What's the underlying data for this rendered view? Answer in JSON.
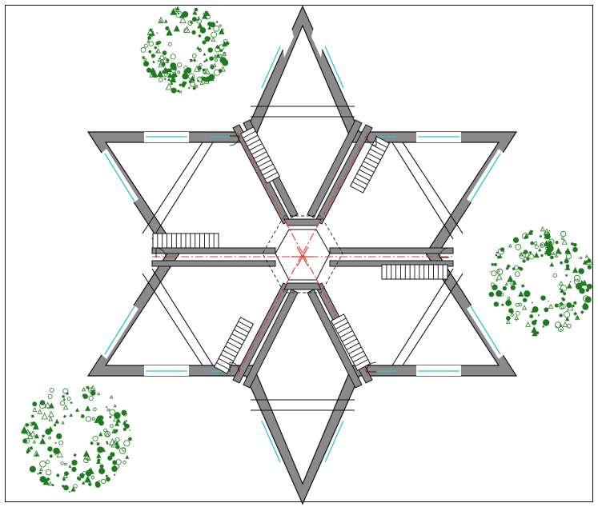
{
  "drawing": {
    "kind": "architectural floor plan",
    "plan_shape": "six-pointed star (hexagram)",
    "point_count": 6,
    "staircase_count": 6,
    "tree_count": 3,
    "has_frame_border": true,
    "has_center_axis_marker": true
  },
  "colors": {
    "background": "#ffffff",
    "frame": "#111111",
    "wall_fill": "#8a8a8a",
    "wall_outline": "#111111",
    "line": "#111111",
    "glazing": "#26c6da",
    "center_axis": "#e53935",
    "hidden_line": "#222222",
    "tree": "#1f7a1f"
  }
}
